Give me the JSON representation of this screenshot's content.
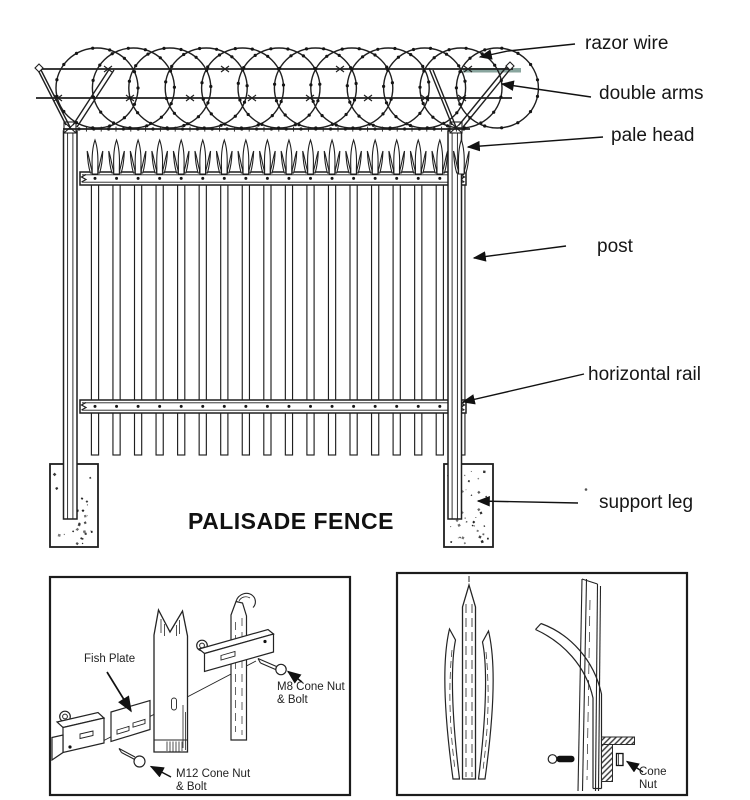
{
  "title": "PALISADE FENCE",
  "callouts": {
    "razor_wire": "razor wire",
    "double_arms": "double arms",
    "pale_head": "pale head",
    "post": "post",
    "horizontal_rail": "horizontal rail",
    "support_leg": "support leg"
  },
  "inset_left": {
    "fish_plate": "Fish Plate",
    "m8_line1": "M8 Cone Nut",
    "m8_line2": "& Bolt",
    "m12_line1": "M12 Cone Nut",
    "m12_line2": "& Bolt"
  },
  "inset_right": {
    "cone_line1": "Cone",
    "cone_line2": "Nut"
  },
  "structure": {
    "pale_count": 18,
    "coil_loop_count": 12,
    "rail_count": 2,
    "rail_bolts_per_rail": 18
  },
  "colors": {
    "ink": "#1f1f1f",
    "barb": "#151515",
    "teal_artifact": "#7c9b93",
    "background": "#ffffff"
  }
}
